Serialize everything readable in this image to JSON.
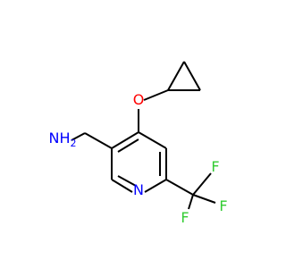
{
  "molecule": {
    "atoms": {
      "oxygen": "O",
      "ring_nitrogen": "N",
      "amine": "NH",
      "amine_h_count": "2",
      "fluorine_1": "F",
      "fluorine_2": "F",
      "fluorine_3": "F"
    },
    "colors": {
      "bond": "#000000",
      "oxygen": "#FF0000",
      "nitrogen": "#0000FF",
      "fluorine": "#33CC33"
    }
  }
}
